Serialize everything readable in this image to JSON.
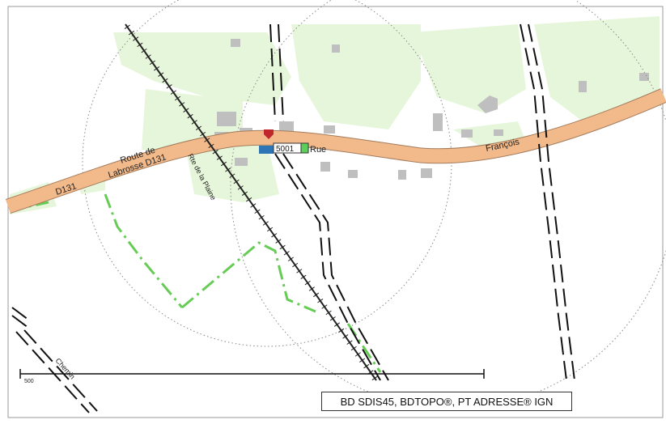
{
  "map": {
    "road_labels": {
      "route_de": "Route de",
      "labrosse_d131": "Labrosse D131",
      "d131_left": "D131",
      "rue": "Rue",
      "francois": "François",
      "route_de_la_plaine": "Rte de la Plaine",
      "chemin": "Chemin"
    },
    "address_marker": {
      "number": "5001",
      "icon": "map-pin-icon",
      "color": "#c0272d"
    },
    "scale_bar": {
      "label": "500"
    },
    "attribution": "BD SDIS45, BDTOPO®, PT ADRESSE® IGN",
    "colors": {
      "road": "#f2b98a",
      "vegetation": "#e3f5d8",
      "boundary": "#55cc55",
      "buildings": "#bdbdbd",
      "railway": "#222222"
    }
  }
}
